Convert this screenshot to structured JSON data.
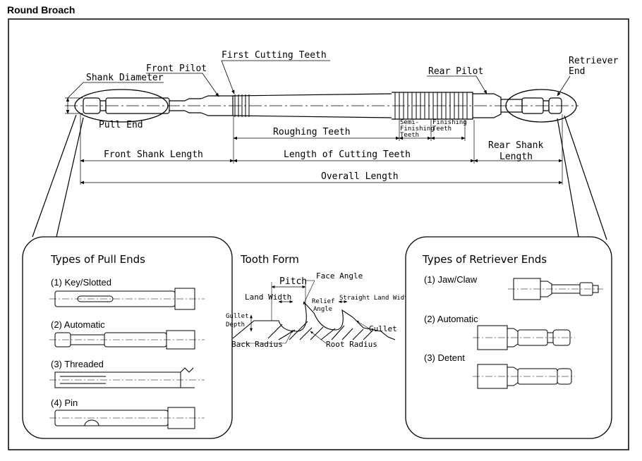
{
  "title": "Round Broach",
  "labels": {
    "shank_diameter": "Shank Diameter",
    "front_pilot": "Front Pilot",
    "first_cutting_teeth": "First Cutting Teeth",
    "rear_pilot": "Rear Pilot",
    "retriever_end_1": "Retriever",
    "retriever_end_2": "End",
    "pull_end": "Pull End",
    "roughing_teeth": "Roughing Teeth",
    "semi_finishing_1": "Semi-",
    "semi_finishing_2": "Finishing",
    "semi_finishing_3": "Teeth",
    "finishing_1": "Finishing",
    "finishing_2": "Teeth",
    "front_shank_length": "Front Shank Length",
    "length_of_cutting_teeth": "Length of Cutting Teeth",
    "rear_shank_length_1": "Rear Shank",
    "rear_shank_length_2": "Length",
    "overall_length": "Overall Length"
  },
  "pull_ends": {
    "heading": "Types of Pull Ends",
    "items": [
      "(1) Key/Slotted",
      "(2) Automatic",
      "(3) Threaded",
      "(4) Pin"
    ]
  },
  "tooth_form": {
    "heading": "Tooth Form",
    "pitch": "Pitch",
    "face_angle": "Face Angle",
    "land_width": "Land Width",
    "relief_angle_1": "Relief",
    "relief_angle_2": "Angle",
    "straight_land_width": "Straight Land Width",
    "gullet_depth_1": "Gullet",
    "gullet_depth_2": "Depth",
    "gullet": "Gullet",
    "back_radius": "Back Radius",
    "root_radius": "Root Radius"
  },
  "retriever_ends": {
    "heading": "Types of Retriever Ends",
    "items": [
      "(1) Jaw/Claw",
      "(2) Automatic",
      "(3) Detent"
    ]
  }
}
